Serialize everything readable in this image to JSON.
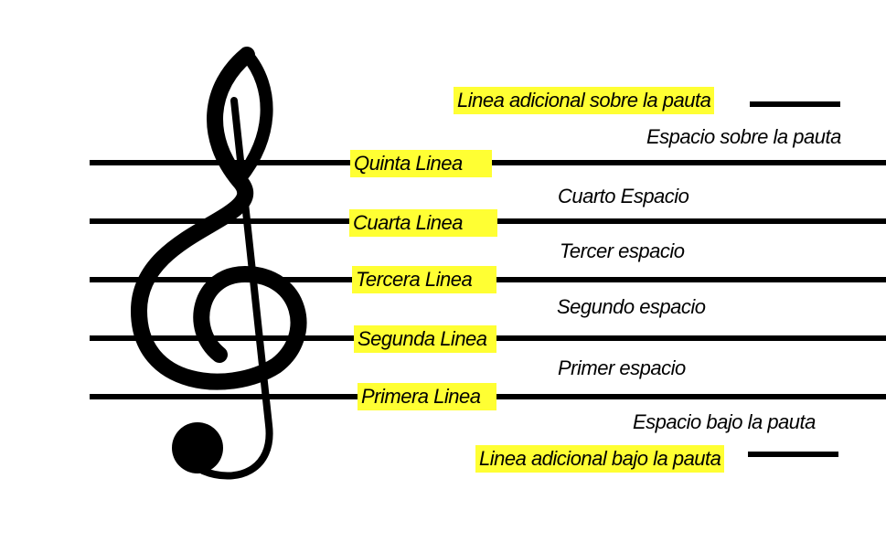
{
  "highlight_color": "#ffff33",
  "clef": {
    "icon": "treble-clef-icon"
  },
  "lines": [
    {
      "label": "Quinta Linea"
    },
    {
      "label": "Cuarta Linea"
    },
    {
      "label": "Tercera Linea"
    },
    {
      "label": "Segunda Linea"
    },
    {
      "label": "Primera Linea"
    }
  ],
  "spaces": [
    {
      "label": "Espacio sobre la pauta"
    },
    {
      "label": "Cuarto Espacio"
    },
    {
      "label": "Tercer espacio"
    },
    {
      "label": "Segundo espacio"
    },
    {
      "label": "Primer espacio"
    },
    {
      "label": "Espacio bajo la pauta"
    }
  ],
  "ledger": {
    "above": "Linea adicional sobre la pauta",
    "below": "Linea adicional bajo la pauta"
  }
}
